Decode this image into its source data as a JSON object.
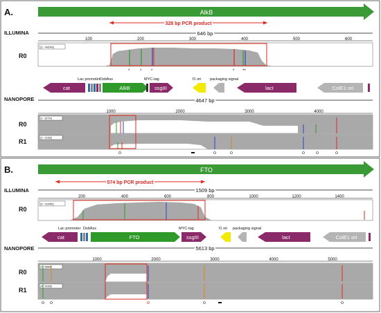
{
  "colors": {
    "arrow_green": "#3a9a35",
    "purple": "#8b2a68",
    "green": "#2f9a2a",
    "yellow": "#f2ea00",
    "grey": "#b4b4b4",
    "coverage": "#a9a9a9",
    "red": "#e1261c",
    "blue": "#2b3fc6"
  },
  "panelA": {
    "label": "A.",
    "gene": "AlkB",
    "pcr_label": "328 bp PCR product",
    "illumina_label": "ILLUMINA",
    "illumina_length": "646 bp",
    "illumina_ticks": [
      "100",
      "200",
      "300",
      "400",
      "500",
      "600"
    ],
    "r0_label": "R0",
    "r0_range": "[0 - 442049]",
    "features": {
      "cat": "cat",
      "lac_promoter": "Lac promoter",
      "dsbass": "DsbAss",
      "gene": "AlkB",
      "myc": "MYC-tag",
      "ssgiii": "ssgIII",
      "f1": "f1 ori",
      "packaging": "packaging signal",
      "laci": "lacI",
      "cole1": "ColE1 ori"
    },
    "nanopore_label": "NANOPORE",
    "nanopore_length": "4647 bp",
    "nanopore_ticks": [
      "1000",
      "2000",
      "3000",
      "4000"
    ],
    "np_r0_label": "R0",
    "np_r0_range": "[0 - 26704]",
    "np_r1_label": "R1",
    "np_r1_range": "[0 - 13180]"
  },
  "panelB": {
    "label": "B.",
    "gene": "FTO",
    "pcr_label": "574 bp PCR product",
    "illumina_label": "ILLUMINA",
    "illumina_length": "1509 bp",
    "illumina_ticks": [
      "200",
      "400",
      "600",
      "800",
      "1000",
      "1200",
      "1400"
    ],
    "r0_label": "R0",
    "r0_range": "[0 - 110060]",
    "features": {
      "cat": "cat",
      "lac_promoter": "Lac promoter",
      "dsbass": "DsbAss",
      "gene": "FTO",
      "myc": "MYC-tag",
      "ssgiii": "ssgIII",
      "f1": "f1 ori",
      "packaging": "packaging signal",
      "laci": "lacI",
      "cole1": "ColE1 ori"
    },
    "nanopore_label": "NANOPORE",
    "nanopore_length": "5613 bp",
    "nanopore_ticks": [
      "1000",
      "2000",
      "3000",
      "4000",
      "5000"
    ],
    "np_r0_label": "R0",
    "np_r0_range": "[0 - 38868]",
    "np_r1_label": "R1",
    "np_r1_range": "[0 - 35288]"
  }
}
